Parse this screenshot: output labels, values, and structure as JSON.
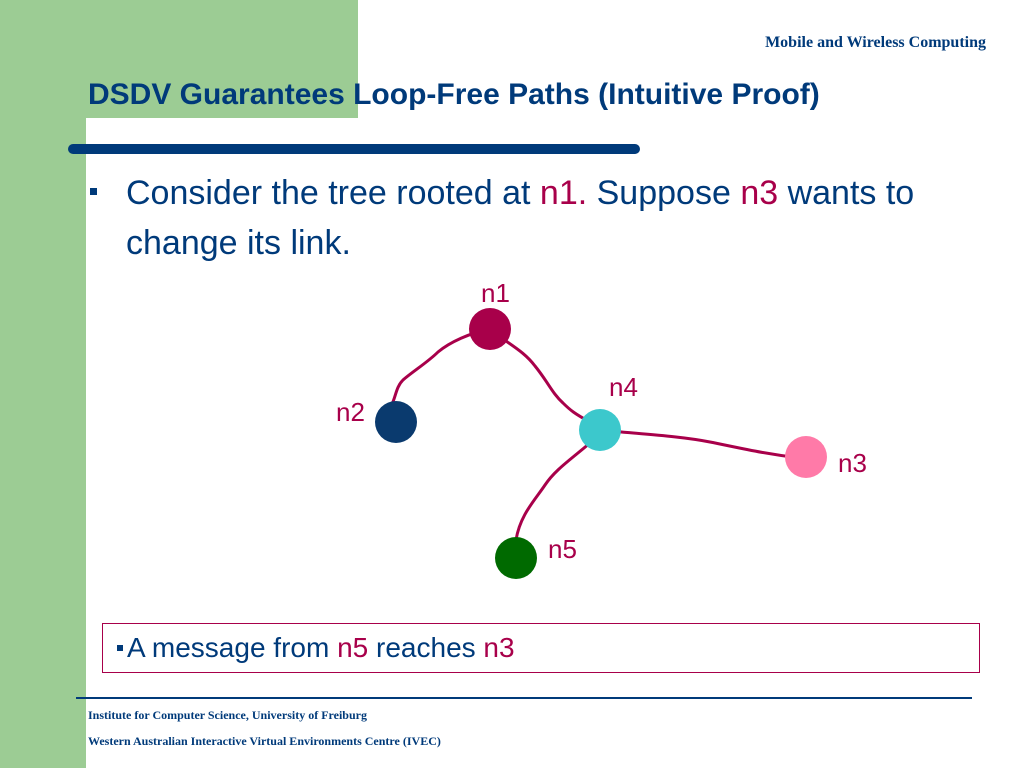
{
  "header": {
    "course_title": "Mobile and Wireless Computing"
  },
  "slide": {
    "title": "DSDV  Guarantees Loop-Free Paths (Intuitive Proof)",
    "bullet": {
      "part1": "Consider the tree rooted at ",
      "node_root": "n1.",
      "part2": " Suppose ",
      "node_changing": "n3",
      "part3": " wants to change its link."
    },
    "message": {
      "part1": "A message from ",
      "node_from": "n5",
      "part2": " reaches ",
      "node_to": "n3"
    }
  },
  "tree": {
    "nodes": [
      {
        "id": "n1",
        "label": "n1",
        "color": "#a8004a"
      },
      {
        "id": "n2",
        "label": "n2",
        "color": "#0a3a6e"
      },
      {
        "id": "n3",
        "label": "n3",
        "color": "#ff7aa8"
      },
      {
        "id": "n4",
        "label": "n4",
        "color": "#3cc8cc"
      },
      {
        "id": "n5",
        "label": "n5",
        "color": "#006a00"
      }
    ],
    "edges": [
      {
        "from": "n1",
        "to": "n2"
      },
      {
        "from": "n1",
        "to": "n4"
      },
      {
        "from": "n4",
        "to": "n3"
      },
      {
        "from": "n4",
        "to": "n5"
      }
    ],
    "edge_color": "#a8004a"
  },
  "footer": {
    "line1": "Institute for Computer Science, University of Freiburg",
    "line2": "Western Australian Interactive Virtual Environments Centre (IVEC)"
  },
  "colors": {
    "accent_green": "#9ccc94",
    "primary_blue": "#003a7a",
    "highlight": "#a8004a"
  }
}
